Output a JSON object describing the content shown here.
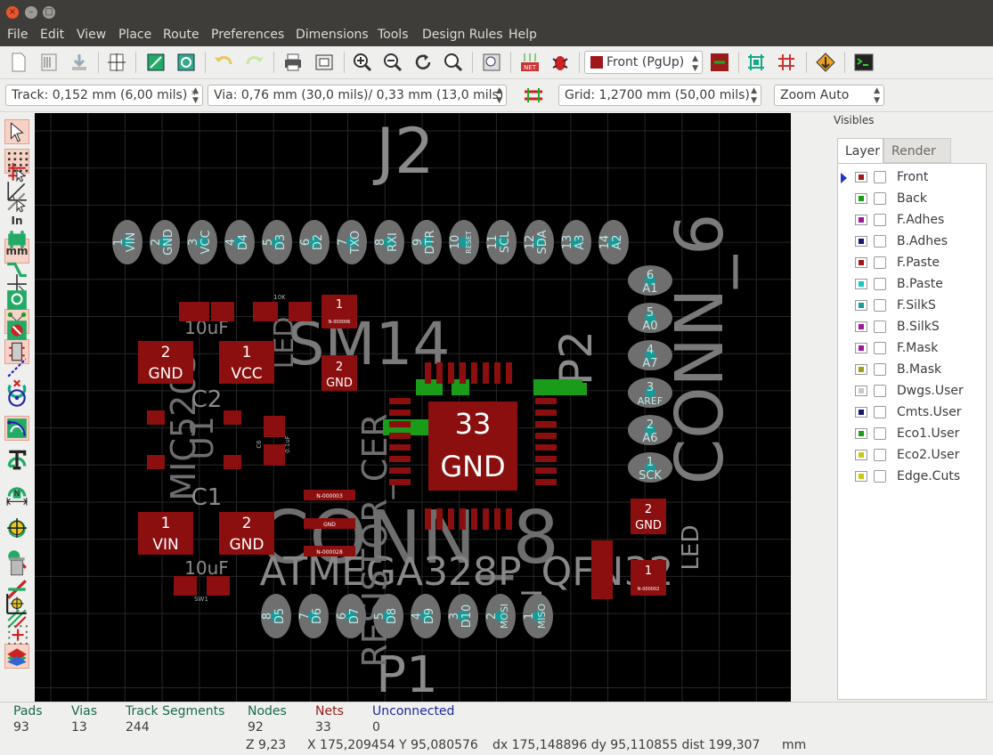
{
  "window": {
    "close_glyph": "×",
    "min_glyph": "–",
    "max_glyph": "□"
  },
  "menu": [
    "File",
    "Edit",
    "View",
    "Place",
    "Route",
    "Preferences",
    "Dimensions",
    "Tools",
    "Design Rules",
    "Help"
  ],
  "toolbar": {
    "layer_select": "Front (PgUp)"
  },
  "toolbar2": {
    "track": "Track: 0,152 mm (6,00 mils) *",
    "via": "Via: 0,76 mm (30,0 mils)/ 0,33 mm (13,0 mils) *",
    "grid": "Grid: 1,2700 mm (50,00 mils)",
    "zoom": "Zoom Auto"
  },
  "left_toolbar": {
    "inch_label": "In",
    "mm_label": "mm"
  },
  "visibles": {
    "title": "Visibles",
    "tabs": [
      "Layer",
      "Render"
    ],
    "layers": [
      {
        "name": "Front",
        "color": "#a01818"
      },
      {
        "name": "Back",
        "color": "#18a018"
      },
      {
        "name": "F.Adhes",
        "color": "#a018a0"
      },
      {
        "name": "B.Adhes",
        "color": "#18186e"
      },
      {
        "name": "F.Paste",
        "color": "#a01818"
      },
      {
        "name": "B.Paste",
        "color": "#18c8c8"
      },
      {
        "name": "F.SilkS",
        "color": "#18a0a0"
      },
      {
        "name": "B.SilkS",
        "color": "#a018a0"
      },
      {
        "name": "F.Mask",
        "color": "#a018a0"
      },
      {
        "name": "B.Mask",
        "color": "#a0a018"
      },
      {
        "name": "Dwgs.User",
        "color": "#c8c8c8"
      },
      {
        "name": "Cmts.User",
        "color": "#18186e"
      },
      {
        "name": "Eco1.User",
        "color": "#18a018"
      },
      {
        "name": "Eco2.User",
        "color": "#c8c818"
      },
      {
        "name": "Edge.Cuts",
        "color": "#c8c818"
      }
    ]
  },
  "board": {
    "silk_j2": "J2",
    "silk_p1": "P1",
    "silk_p2": "P2",
    "silk_conn6": "CONN_6",
    "silk_conn8": "CONN_8",
    "silk_sm14": "SM14",
    "silk_atmega": "ATMEGA328P_QFN32",
    "silk_mic": "MIC5205",
    "silk_u1": "U1",
    "silk_c1": "C1",
    "silk_c2": "C2",
    "silk_resistor": "RESISTOR_CER",
    "silk_led": "LED",
    "silk_led2": "LED",
    "silk_10uf_top": "10uF",
    "silk_10uf_bot": "10uF",
    "silk_c6": "C6",
    "silk_01uf": "0.1uF",
    "silk_10k": "10K",
    "silk_sw1": "SW1",
    "j2_pads": [
      {
        "num": "1",
        "net": "VIN"
      },
      {
        "num": "2",
        "net": "GND"
      },
      {
        "num": "3",
        "net": "VCC"
      },
      {
        "num": "4",
        "net": "D4"
      },
      {
        "num": "5",
        "net": "D3"
      },
      {
        "num": "6",
        "net": "D2"
      },
      {
        "num": "7",
        "net": "TXO"
      },
      {
        "num": "8",
        "net": "RXI"
      },
      {
        "num": "9",
        "net": "DTR"
      },
      {
        "num": "10",
        "net": "RESET"
      },
      {
        "num": "11",
        "net": "SCL"
      },
      {
        "num": "12",
        "net": "SDA"
      },
      {
        "num": "13",
        "net": "A3"
      },
      {
        "num": "14",
        "net": "A2"
      }
    ],
    "p2_pads": [
      {
        "num": "6",
        "net": "A1"
      },
      {
        "num": "5",
        "net": "A0"
      },
      {
        "num": "4",
        "net": "A7"
      },
      {
        "num": "3",
        "net": "AREF"
      },
      {
        "num": "2",
        "net": "A6"
      },
      {
        "num": "1",
        "net": "SCK"
      }
    ],
    "p1_pads": [
      {
        "num": "8",
        "net": "D5"
      },
      {
        "num": "7",
        "net": "D6"
      },
      {
        "num": "6",
        "net": "D7"
      },
      {
        "num": "5",
        "net": "D8"
      },
      {
        "num": "4",
        "net": "D9"
      },
      {
        "num": "3",
        "net": "D10"
      },
      {
        "num": "2",
        "net": "MOSI"
      },
      {
        "num": "1",
        "net": "MISO"
      }
    ],
    "smd_pads": {
      "u_gnd_top_num": "2",
      "u_gnd_top": "GND",
      "u_vcc_num": "1",
      "u_vcc": "VCC",
      "u_vin_num": "1",
      "u_vin": "VIN",
      "u_gnd_bot_num": "2",
      "u_gnd_bot": "GND",
      "ep_num": "33",
      "ep_net": "GND",
      "sm_1": "1",
      "sm_1_net": "N-000006",
      "sm_2": "2",
      "sm_2_net": "GND",
      "led_2": "2",
      "led_2_net": "GND",
      "led_1": "1",
      "led_1_net": "N-000002",
      "res_top_net": "N-000003",
      "res_mid_net": "GND",
      "res_bot_net": "N-000028"
    }
  },
  "status": {
    "pads_label": "Pads",
    "pads": "93",
    "vias_label": "Vias",
    "vias": "13",
    "tracks_label": "Track Segments",
    "tracks": "244",
    "nodes_label": "Nodes",
    "nodes": "92",
    "nets_label": "Nets",
    "nets": "33",
    "unconnected_label": "Unconnected",
    "unconnected": "0",
    "zoom": "Z 9,23",
    "xy": "X 175,209454  Y 95,080576",
    "delta": "dx 175,148896  dy 95,110855  dist 199,307",
    "units": "mm"
  }
}
